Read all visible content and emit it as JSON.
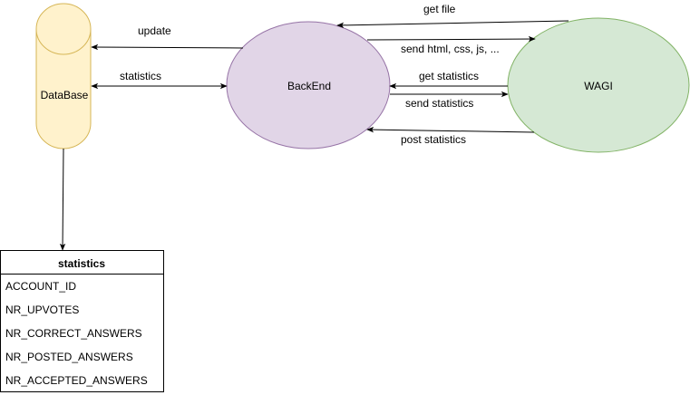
{
  "nodes": {
    "database": {
      "label": "DataBase",
      "fill": "#fff2cc",
      "stroke": "#d6b656"
    },
    "backend": {
      "label": "BackEnd",
      "fill": "#e1d5e7",
      "stroke": "#9673a6"
    },
    "wagi": {
      "label": "WAGI",
      "fill": "#d5e8d4",
      "stroke": "#82b366"
    }
  },
  "edges": {
    "update": "update",
    "statistics": "statistics",
    "get_file": "get file",
    "send_html": "send html, css, js, ...",
    "get_statistics": "get statistics",
    "send_statistics": "send statistics",
    "post_statistics": "post statistics"
  },
  "table": {
    "title": "statistics",
    "rows": [
      "ACCOUNT_ID",
      "NR_UPVOTES",
      "NR_CORRECT_ANSWERS",
      "NR_POSTED_ANSWERS",
      "NR_ACCEPTED_ANSWERS"
    ]
  }
}
